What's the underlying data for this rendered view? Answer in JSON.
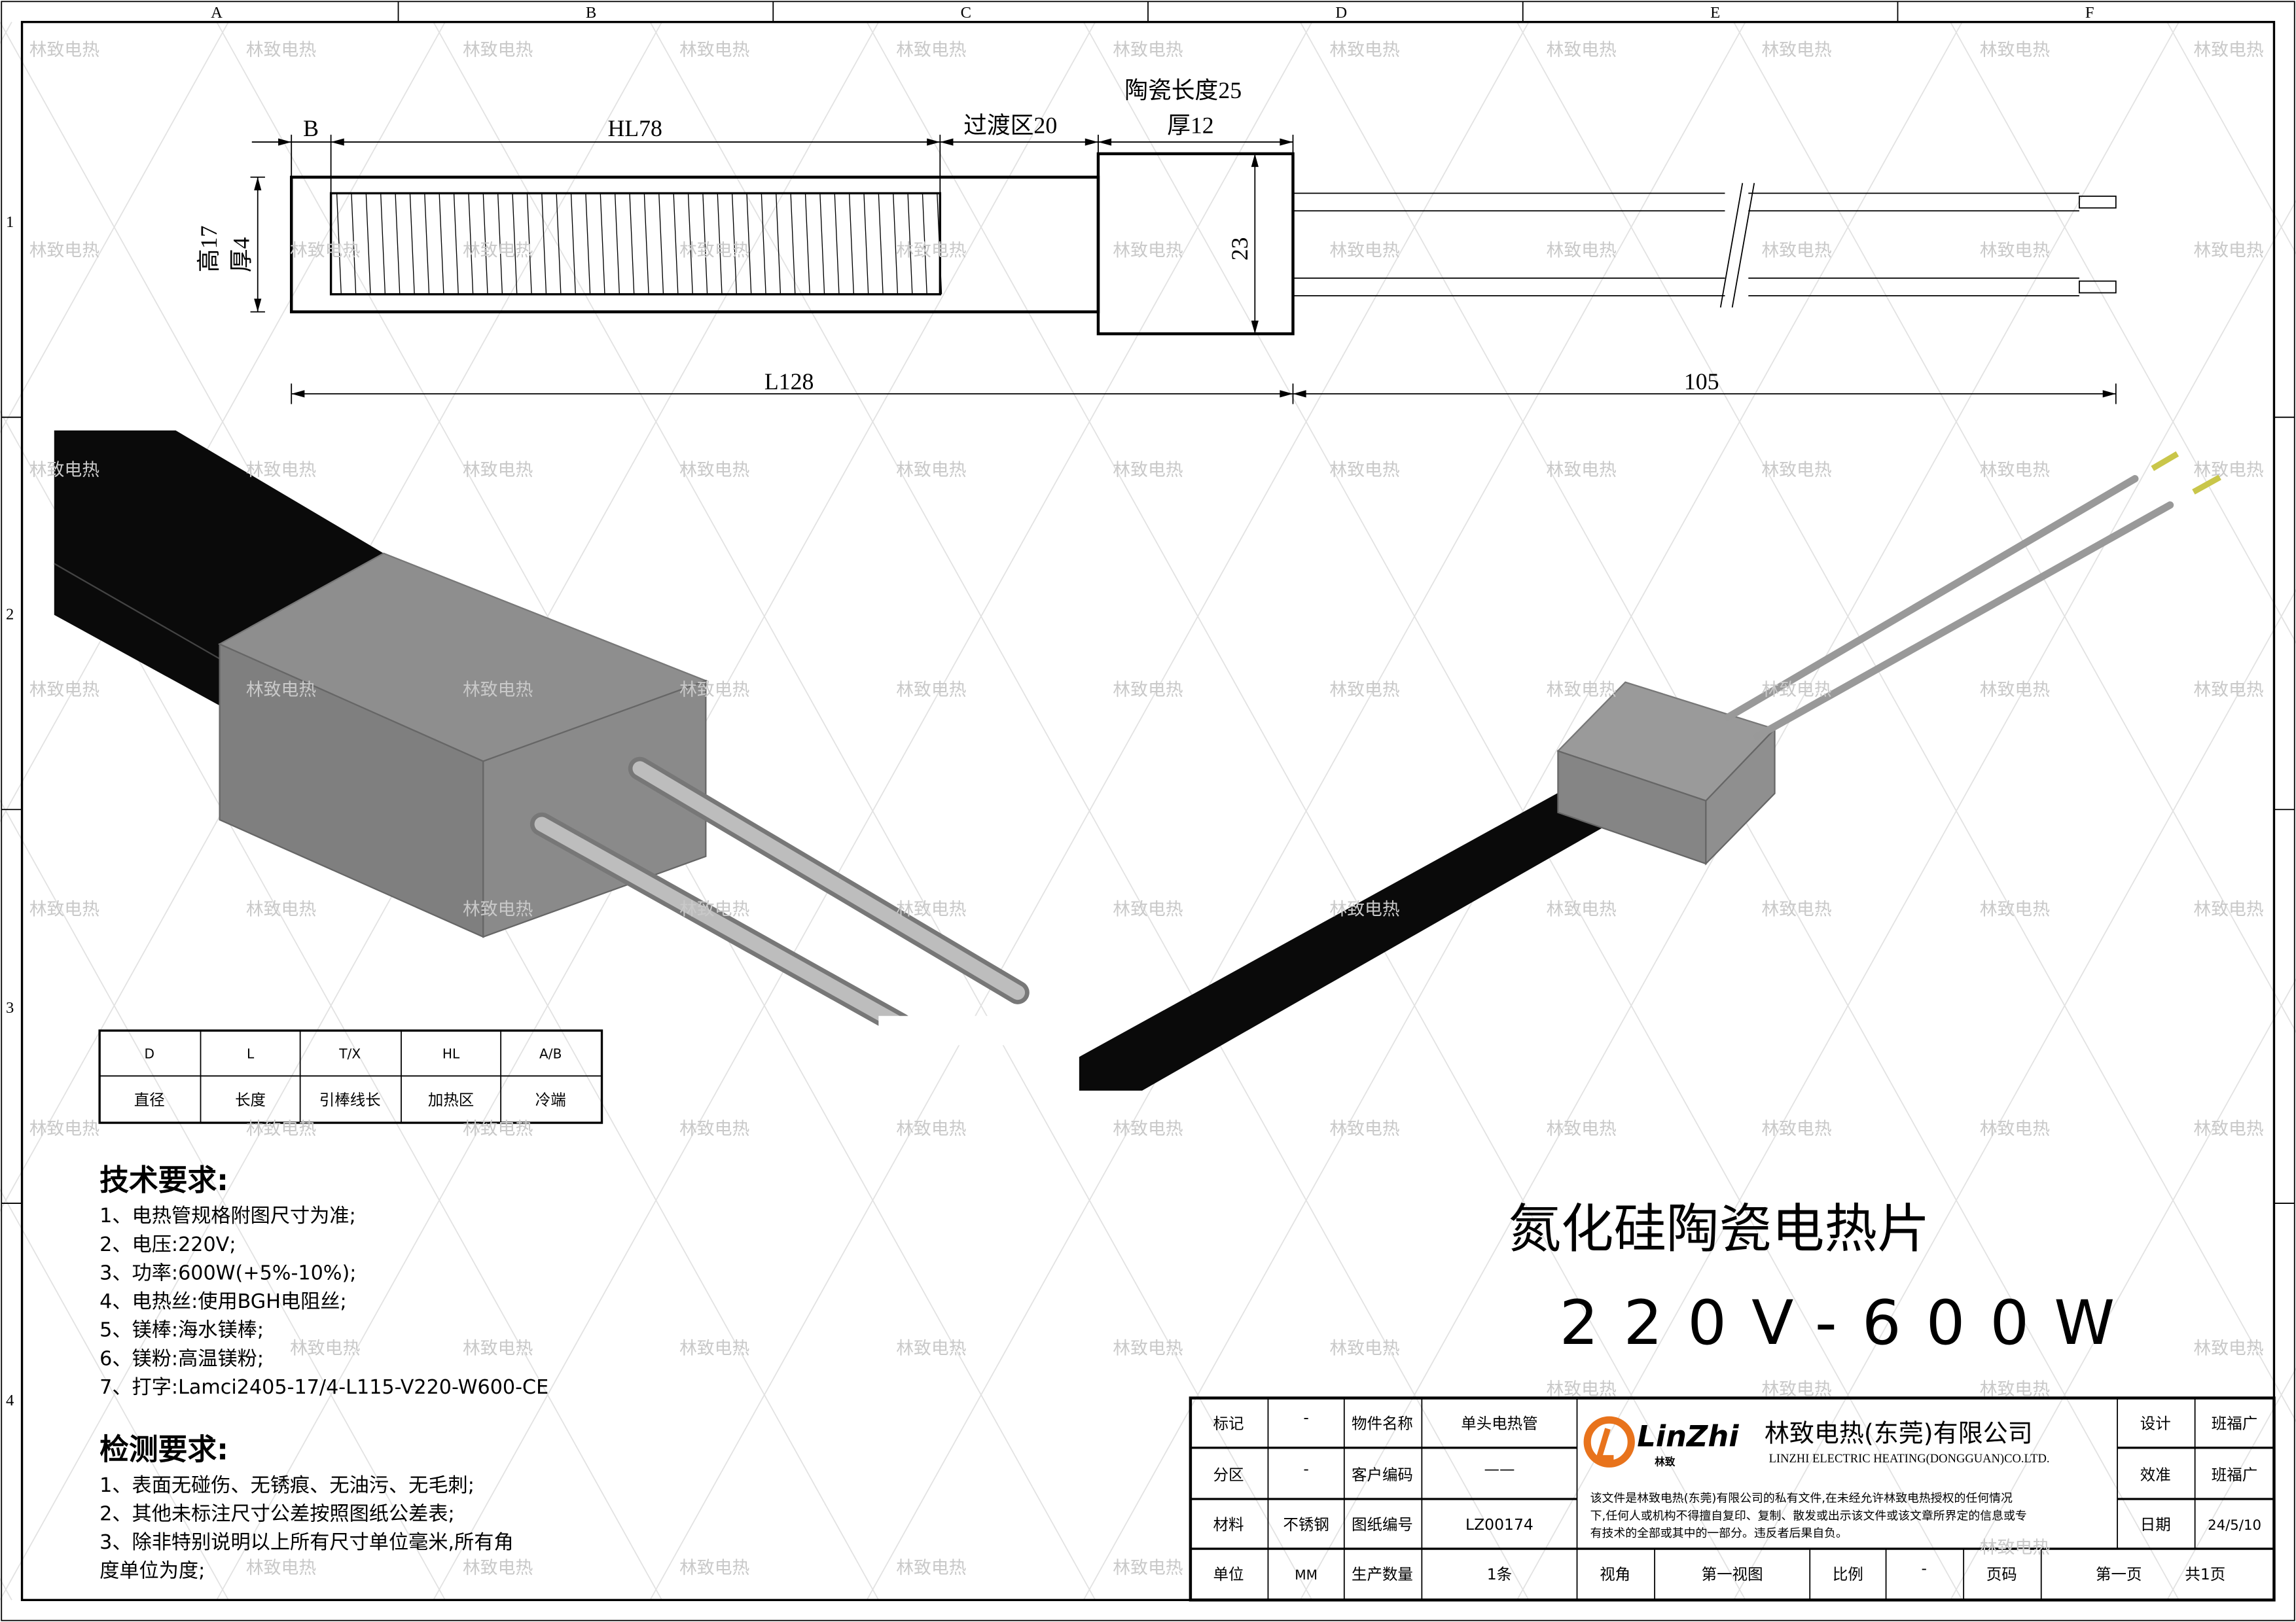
{
  "watermark": "林致电热",
  "border": {
    "columns": [
      "A",
      "B",
      "C",
      "D",
      "E",
      "F"
    ],
    "rows": [
      "1",
      "2",
      "3",
      "4"
    ]
  },
  "drawing": {
    "dim_b": "B",
    "dim_hl": "HL78",
    "dim_transition": "过渡区20",
    "dim_ceramic_length": "陶瓷长度25",
    "dim_ceramic_thickness": "厚12",
    "dim_height": "高17",
    "dim_thickness": "厚4",
    "dim_block_height": "23",
    "dim_total_length": "L128",
    "dim_lead_length": "105"
  },
  "legend_table": {
    "codes": [
      "D",
      "L",
      "T/X",
      "HL",
      "A/B"
    ],
    "meanings": [
      "直径",
      "长度",
      "引棒线长",
      "加热区",
      "冷端"
    ]
  },
  "tech_requirements": {
    "title": "技术要求:",
    "items": [
      "1、电热管规格附图尺寸为准;",
      "2、电压:220V;",
      "3、功率:600W(+5%-10%);",
      "4、电热丝:使用BGH电阻丝;",
      "5、镁棒:海水镁棒;",
      "6、镁粉:高温镁粉;",
      "7、打字:Lamci2405-17/4-L115-V220-W600-CE"
    ]
  },
  "inspection_requirements": {
    "title": "检测要求:",
    "items": [
      "1、表面无碰伤、无锈痕、无油污、无毛刺;",
      "2、其他未标注尺寸公差按照图纸公差表;",
      "3、除非特别说明以上所有尺寸单位毫米,所有角",
      "度单位为度;"
    ]
  },
  "product": {
    "name": "氮化硅陶瓷电热片",
    "spec": "220V-600W"
  },
  "title_block": {
    "mark_label": "标记",
    "mark_value": "-",
    "part_name_label": "物件名称",
    "part_name_value": "单头电热管",
    "zone_label": "分区",
    "zone_value": "-",
    "customer_code_label": "客户编码",
    "customer_code_value": "——",
    "material_label": "材料",
    "material_value": "不锈钢",
    "drawing_no_label": "图纸编号",
    "drawing_no_value": "LZ00174",
    "unit_label": "单位",
    "unit_value": "MM",
    "quantity_label": "生产数量",
    "quantity_value": "1条",
    "view_label": "视角",
    "view_value": "第一视图",
    "scale_label": "比例",
    "scale_value": "-",
    "page_label": "页码",
    "page_value": "第一页",
    "page_total": "共1页",
    "design_label": "设计",
    "design_value": "班福广",
    "check_label": "效准",
    "check_value": "班福广",
    "date_label": "日期",
    "date_value": "24/5/10",
    "logo_text": "LinZhi",
    "logo_sub": "林致",
    "company_cn": "林致电热(东莞)有限公司",
    "company_en": "LINZHI ELECTRIC HEATING(DONGGUAN)CO.LTD.",
    "notice": [
      "该文件是林致电热(东莞)有限公司的私有文件,在未经允许林致电热授权的任何情况",
      "下,任何人或机构不得擅自复印、复制、散发或出示该文件或该文章所界定的信息或专",
      "有技术的全部或其中的一部分。违反者后果自负。"
    ],
    "colors": {
      "logo_orange": "#e8731c",
      "notice_red": "#d0343c"
    }
  }
}
